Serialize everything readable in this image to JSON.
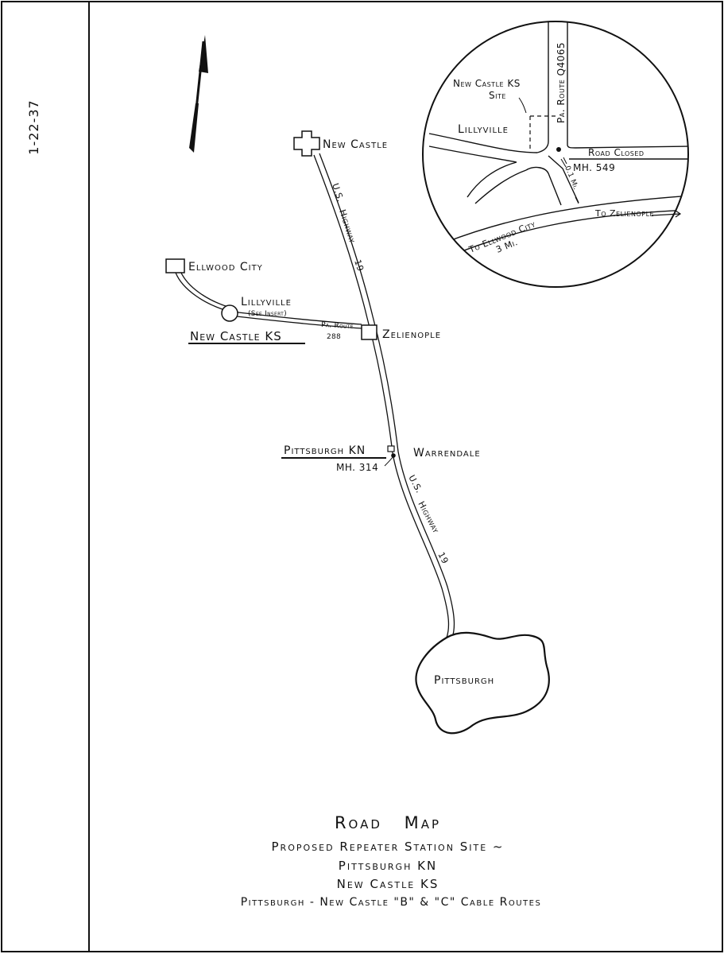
{
  "margin_note": "1-22-37",
  "map": {
    "cities": {
      "new_castle": "New Castle",
      "ellwood_city": "Ellwood City",
      "lillyville": "Lillyville",
      "see_insert": "(See Insert)",
      "zelienople": "Zelienople",
      "warrendale": "Warrendale",
      "pittsburgh": "Pittsburgh"
    },
    "roads": {
      "us19_upper_a": "U.S.",
      "us19_upper_b": "Highway",
      "us19_upper_c": "19",
      "us19_lower_a": "U.S.",
      "us19_lower_b": "Highway",
      "us19_lower_c": "19",
      "pa_route": "Pa. Route",
      "pa_route_num": "288"
    },
    "stations": {
      "new_castle_ks": "New Castle KS",
      "pittsburgh_kn": "Pittsburgh KN",
      "manhole_main": "MH. 314"
    }
  },
  "insert": {
    "site_label_1": "New Castle KS",
    "site_label_2": "Site",
    "lillyville": "Lillyville",
    "pa_route": "Pa. Route Q4065",
    "road_closed": "Road Closed",
    "manhole": "MH. 549",
    "distance": "0.1 Mi.",
    "to_zelienople": "To Zelienople",
    "to_ellwood_1": "To Ellwood City",
    "to_ellwood_2": "3 Mi."
  },
  "title": {
    "main": "Road Map",
    "line1": "Proposed Repeater Station Site ~",
    "line2": "Pittsburgh KN",
    "line3": "New Castle KS",
    "line4": "Pittsburgh - New Castle \"B\" & \"C\" Cable Routes"
  }
}
